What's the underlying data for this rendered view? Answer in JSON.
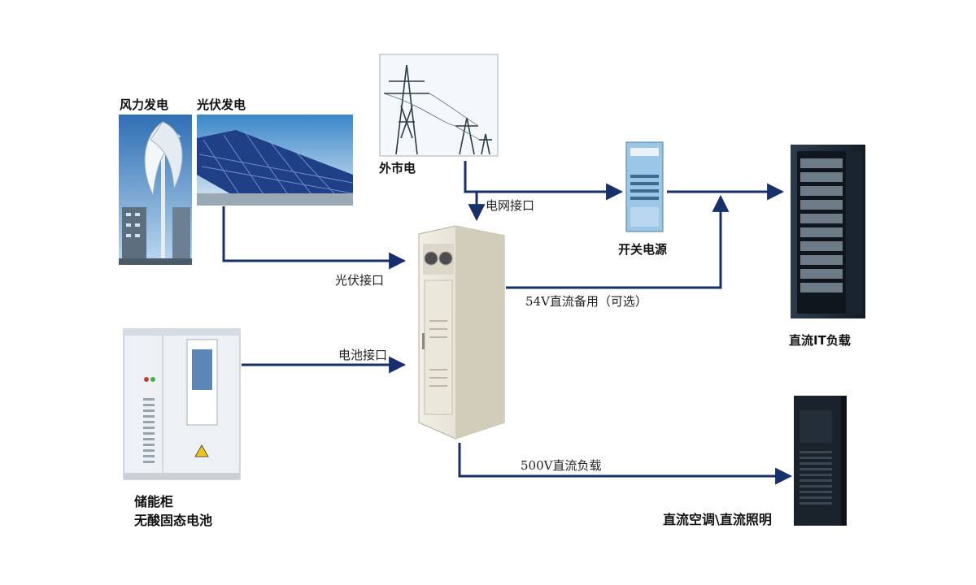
{
  "labels": {
    "wind": "风力发电",
    "solar": "光伏发电",
    "grid": "外市电",
    "switch_psu": "开关电源",
    "it_load": "直流IT负载",
    "storage_line1": "储能柜",
    "storage_line2": "无酸固态电池",
    "ac_light": "直流空调\\直流照明"
  },
  "connections": {
    "grid_port": "电网接口",
    "pv_port": "光伏接口",
    "battery_port": "电池接口",
    "dc54_backup": "54V直流备用（可选）",
    "dc500_load": "500V直流负载"
  },
  "colors": {
    "line": "#15306b",
    "sky": "#6aa6d8",
    "cabinet": "#e6e2d6",
    "rack": "#1e2a36",
    "psu": "#8fbde0"
  }
}
